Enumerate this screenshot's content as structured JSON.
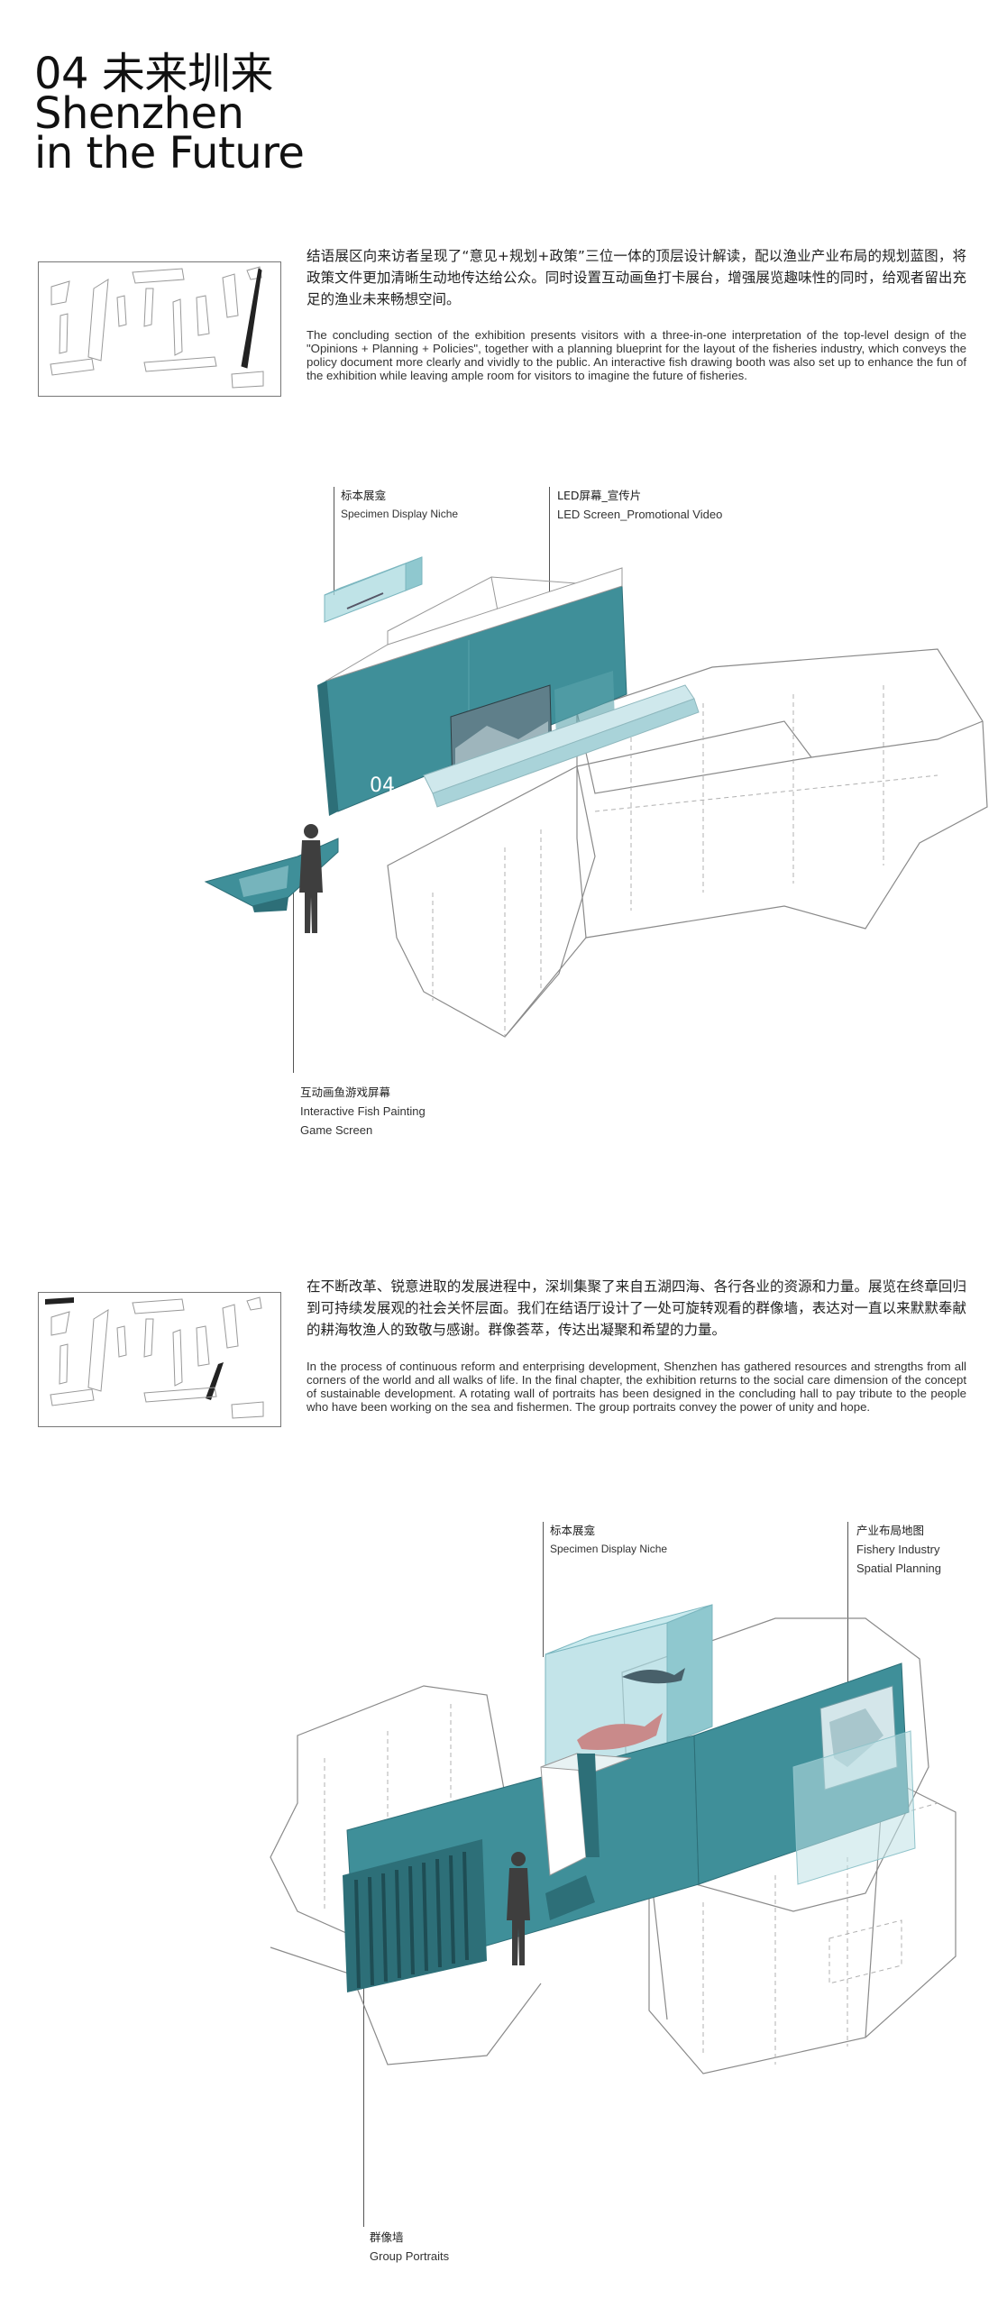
{
  "header": {
    "title_cn": "04 未来圳来",
    "title_en_line1": "Shenzhen",
    "title_en_line2": "in the Future"
  },
  "section1": {
    "text_cn": "结语展区向来访者呈现了“意见+规划+政策”三位一体的顶层设计解读，配以渔业产业布局的规划蓝图，将政策文件更加清晰生动地传达给公众。同时设置互动画鱼打卡展台，增强展览趣味性的同时，给观者留出充足的渔业未来畅想空间。",
    "text_en": "The concluding section of the exhibition presents visitors with a three-in-one interpretation of the top-level design of the \"Opinions + Planning + Policies\", together with a planning blueprint for the layout of the fisheries industry, which conveys the policy document more clearly and vividly to the public. An interactive fish drawing booth was also set up to enhance the fun of the exhibition while leaving ample room for visitors to imagine the future of fisheries.",
    "labels": {
      "specimen_cn": "标本展龛",
      "specimen_en": "Specimen Display Niche",
      "led_cn": "LED屏幕_宣传片",
      "led_en": "LED Screen_Promotional Video",
      "game_cn": "互动画鱼游戏屏幕",
      "game_en_1": "Interactive Fish Painting",
      "game_en_2": "Game Screen"
    },
    "panel_number": "04"
  },
  "section2": {
    "text_cn": "在不断改革、锐意进取的发展进程中，深圳集聚了来自五湖四海、各行各业的资源和力量。展览在终章回归到可持续发展观的社会关怀层面。我们在结语厅设计了一处可旋转观看的群像墙，表达对一直以来默默奉献的耕海牧渔人的致敬与感谢。群像荟萃，传达出凝聚和希望的力量。",
    "text_en": "In the process of continuous reform and enterprising development, Shenzhen has gathered resources and strengths from all corners of the world and all walks of life. In the final chapter, the exhibition returns to the social care dimension of the concept of sustainable development. A rotating wall of portraits has been designed in the concluding hall to pay tribute to the people who have been working on the sea and fishermen. The group portraits convey the power of unity and hope.",
    "labels": {
      "specimen_cn": "标本展龛",
      "specimen_en": "Specimen Display Niche",
      "planning_cn": "产业布局地图",
      "planning_en_1": "Fishery Industry",
      "planning_en_2": "Spatial Planning",
      "portraits_cn": "群像墙",
      "portraits_en": "Group Portraits"
    }
  },
  "colors": {
    "teal": "#3f8f99",
    "teal_dark": "#2d6f78",
    "glass": "#a9d9df",
    "line": "#8a8a8a"
  }
}
